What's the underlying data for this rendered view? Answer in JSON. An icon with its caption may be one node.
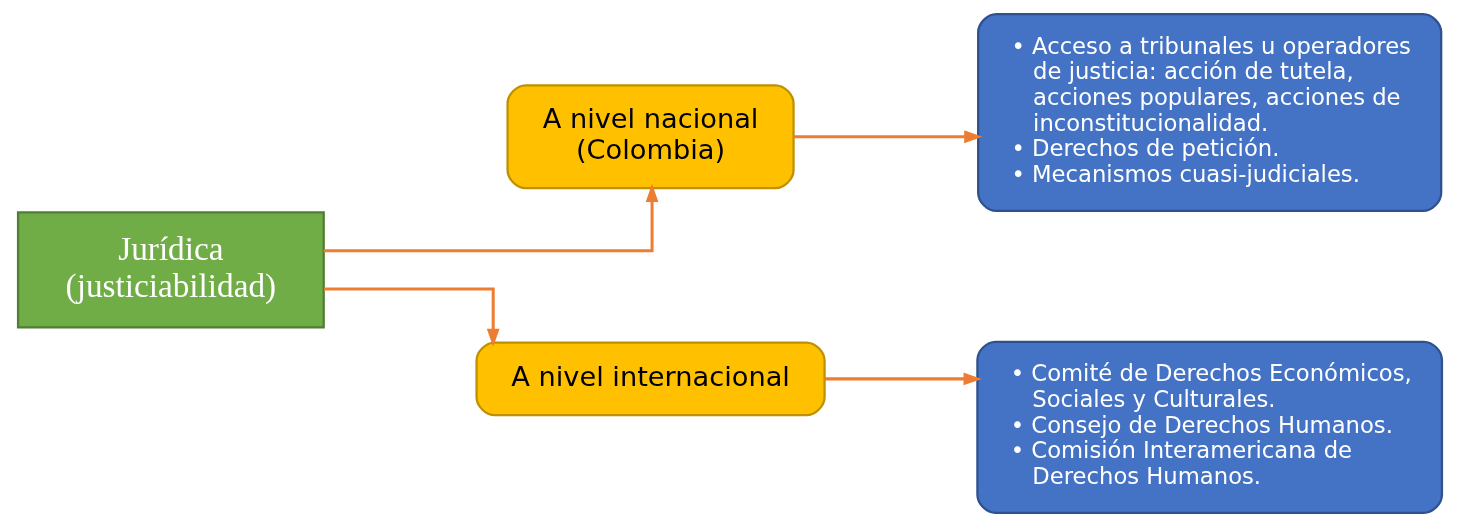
{
  "diagram": {
    "nodes": [
      {
        "text": [
          "Jurídica (justiciabilidad)"
        ]
      },
      {
        "text": [
          "A nivel nacional (Colombia)"
        ]
      },
      {
        "text": [
          "• Acceso a tribunales u operadores de justicia: acción de tutela, acciones populares, acciones de inconstitucionalidad.",
          "• Derechos de petición.",
          "• Mecanismos cuasi-judiciales."
        ]
      },
      {
        "text": [
          "A nivel internacional"
        ]
      },
      {
        "text": [
          "• Comité de Derechos Económicos, Sociales y Culturales.",
          "• Consejo de Derechos Humanos.",
          "• Comisión Interamericana de Derechos Humanos."
        ]
      }
    ],
    "edges": [
      {
        "from": 0,
        "to": 1,
        "arrow": "to"
      },
      {
        "from": 0,
        "to": 3,
        "arrow": "to"
      },
      {
        "from": 1,
        "to": 2,
        "arrow": "to"
      },
      {
        "from": 3,
        "to": 4,
        "arrow": "to"
      }
    ]
  }
}
